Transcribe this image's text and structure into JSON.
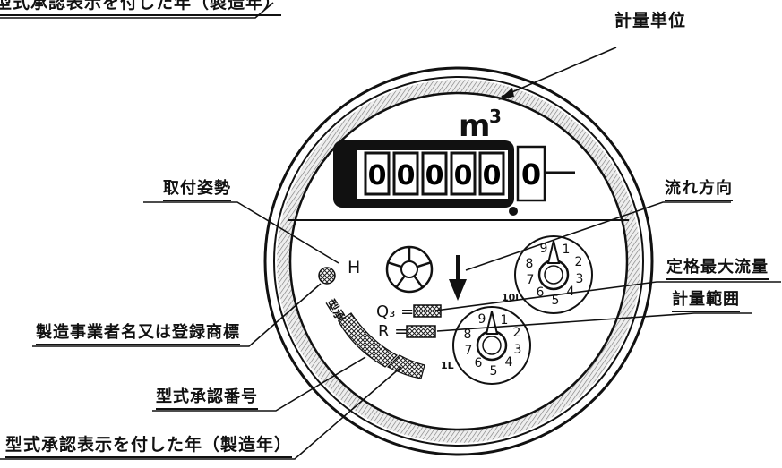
{
  "labels": {
    "top_cut": "型式承認表示を付した年（製造年）",
    "unit": "計量単位",
    "mounting": "取付姿勢",
    "flow_direction": "流れ方向",
    "rated_max_flow": "定格最大流量",
    "measuring_range": "計量範囲",
    "manufacturer": "製造事業者名又は登録商標",
    "approval_number": "型式承認番号",
    "approval_year": "型式承認表示を付した年（製造年）"
  },
  "meter": {
    "unit_symbol": "m",
    "unit_exp": "3",
    "odometer_digits": [
      "0",
      "0",
      "0",
      "0",
      "0"
    ],
    "last_digit": "0",
    "mounting_code": "H",
    "q3_label": "Q₃ =",
    "r_label": "R =",
    "dial_upper_factor": "10l",
    "dial_lower_factor": "1L",
    "dial_numbers": [
      "9",
      "1",
      "2",
      "3",
      "4",
      "5",
      "6",
      "7",
      "8"
    ],
    "approval_stamp": "型承"
  }
}
